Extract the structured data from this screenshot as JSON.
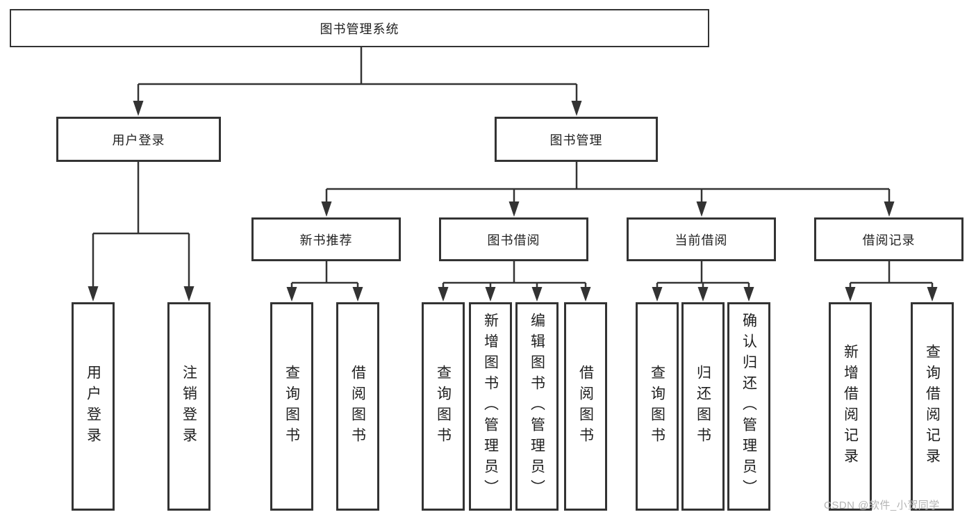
{
  "tree": {
    "root": {
      "label": "图书管理系统"
    },
    "level2": [
      {
        "label": "用户登录",
        "leaves": [
          {
            "label": "用户登录"
          },
          {
            "label": "注销登录"
          }
        ]
      },
      {
        "label": "图书管理"
      }
    ],
    "level3": [
      {
        "label": "新书推荐",
        "leaves": [
          {
            "label": "查询图书"
          },
          {
            "label": "借阅图书"
          }
        ]
      },
      {
        "label": "图书借阅",
        "leaves": [
          {
            "label": "查询图书"
          },
          {
            "label": "新增图书（管理员）"
          },
          {
            "label": "编辑图书（管理员）"
          },
          {
            "label": "借阅图书"
          }
        ]
      },
      {
        "label": "当前借阅",
        "leaves": [
          {
            "label": "查询图书"
          },
          {
            "label": "归还图书"
          },
          {
            "label": "确认归还（管理员）"
          }
        ]
      },
      {
        "label": "借阅记录",
        "leaves": [
          {
            "label": "新增借阅记录"
          },
          {
            "label": "查询借阅记录"
          }
        ]
      }
    ]
  },
  "watermark": "CSDN @软件_小贺同学",
  "colors": {
    "line": "#333333",
    "border": "#333333",
    "text": "#1f1f1f",
    "watermark": "#b4b4b4",
    "background": "#ffffff"
  }
}
